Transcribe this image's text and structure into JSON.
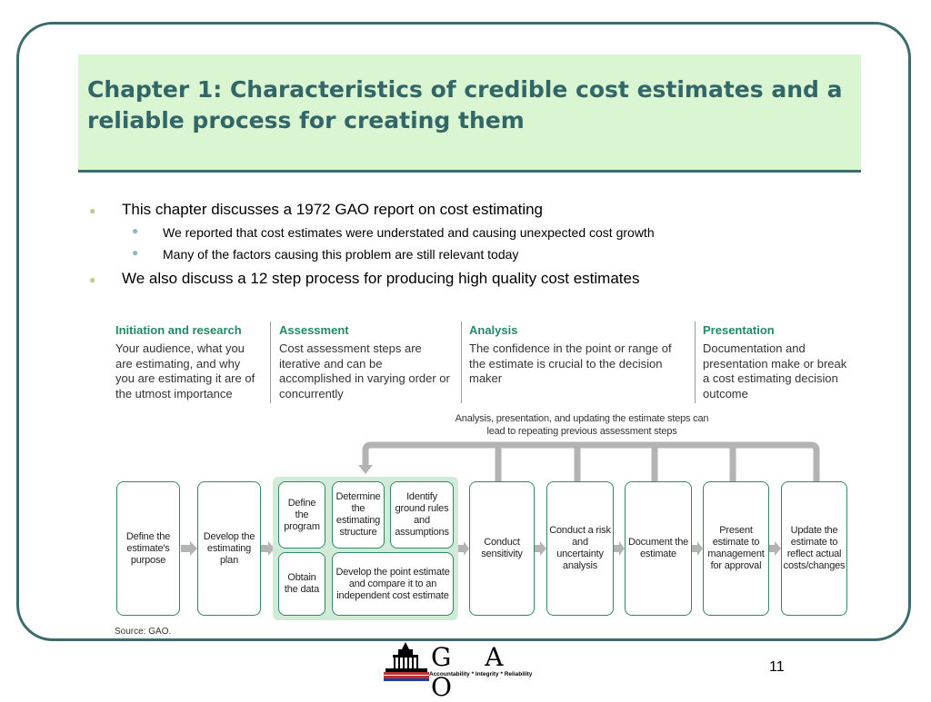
{
  "slide": {
    "title": "Chapter 1: Characteristics of credible cost estimates and a reliable process for creating them",
    "page_number": "11"
  },
  "bullets": [
    {
      "text": "This chapter discusses a 1972 GAO report on cost estimating",
      "sub": [
        "We reported that cost estimates were understated and causing unexpected cost growth",
        "Many of the factors causing this problem are still relevant today"
      ]
    },
    {
      "text": "We also discuss a 12 step process for producing high quality cost estimates",
      "sub": []
    }
  ],
  "diagram": {
    "phases": [
      {
        "title": "Initiation and research",
        "desc": "Your audience, what you are estimating, and why you are estimating it are of the utmost importance"
      },
      {
        "title": "Assessment",
        "desc": "Cost assessment steps are iterative and can be accomplished in varying order or concurrently"
      },
      {
        "title": "Analysis",
        "desc": "The confidence in the point or range of the estimate is crucial to the decision maker"
      },
      {
        "title": "Presentation",
        "desc": "Documentation and presentation make or break a cost estimating decision outcome"
      }
    ],
    "feedback_note": "Analysis, presentation, and updating the estimate steps can lead to repeating previous assessment steps",
    "steps": {
      "define_purpose": "Define the estimate's purpose",
      "develop_plan": "Develop the estimating plan",
      "define_program": "Define the program",
      "determine_structure": "Determine the estimating structure",
      "identify_rules": "Identify ground rules and assumptions",
      "obtain_data": "Obtain the data",
      "develop_point": "Develop the point estimate and compare it to an independent cost estimate",
      "conduct_sensitivity": "Conduct sensitivity",
      "conduct_risk": "Conduct a risk and uncertainty analysis",
      "document_estimate": "Document the estimate",
      "present_estimate": "Present estimate to management for approval",
      "update_estimate": "Update the estimate to reflect actual costs/changes"
    },
    "source": "Source: GAO."
  },
  "logo": {
    "letters": "G A O",
    "motto": "Accountability * Integrity * Reliability"
  },
  "colors": {
    "title_bg": "#d9f5d1",
    "title_text": "#336666",
    "frame": "#3d6b6b",
    "step_border": "#2e8a64",
    "arrow": "#b3b3b3"
  }
}
